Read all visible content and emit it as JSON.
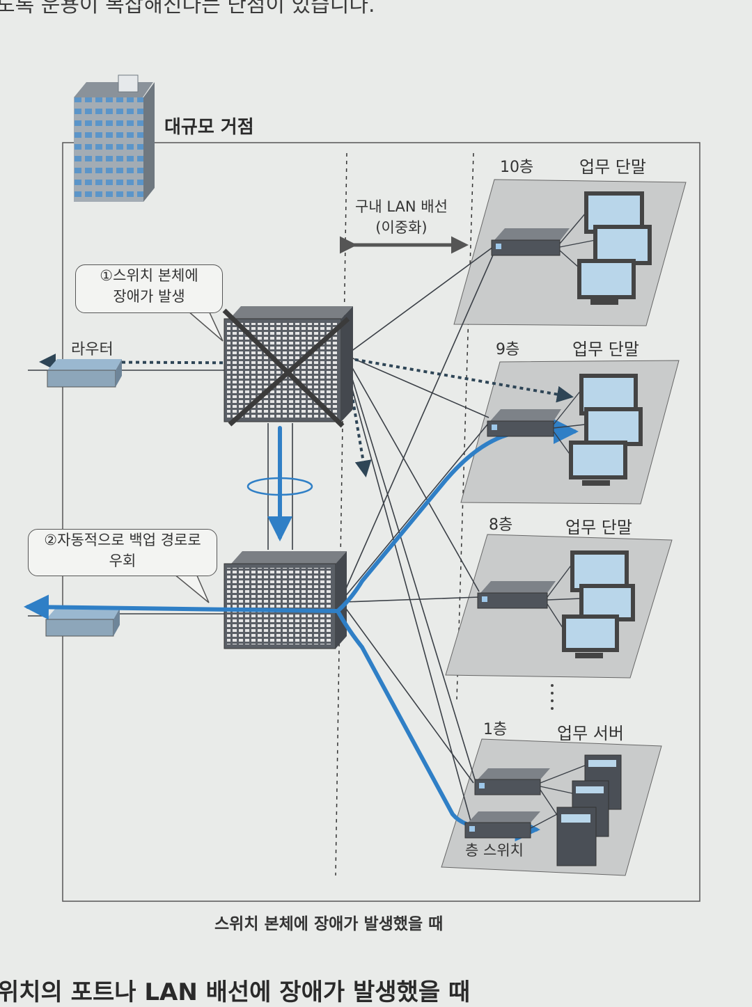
{
  "page_top_text": "도록 운용이 복잡해진다는 단점이 있습니다.",
  "site_label": "대규모 거점",
  "lan_label_line1": "구내 LAN 배선",
  "lan_label_line2": "(이중화)",
  "router_label": "라우터",
  "callout_failure_line1": "①스위치 본체에",
  "callout_failure_line2": "장애가 발생",
  "callout_bypass_line1": "②자동적으로 백업 경로로",
  "callout_bypass_line2": "우회",
  "floors": [
    {
      "floor": "10층",
      "terminal": "업무 단말"
    },
    {
      "floor": "9층",
      "terminal": "업무 단말"
    },
    {
      "floor": "8층",
      "terminal": "업무 단말"
    },
    {
      "floor": "1층",
      "terminal": "업무 서버"
    }
  ],
  "floor_switch_label": "층 스위치",
  "caption": "스위치 본체에 장애가 발생했을 때",
  "bottom_heading": "위치의 포트나 LAN 배선에 장애가 발생했을 때",
  "colors": {
    "accent_blue": "#2f7fc6",
    "dark_line": "#3a3f46",
    "panel_gray": "#c9cbcb",
    "screen_blue": "#b9d6ea"
  }
}
